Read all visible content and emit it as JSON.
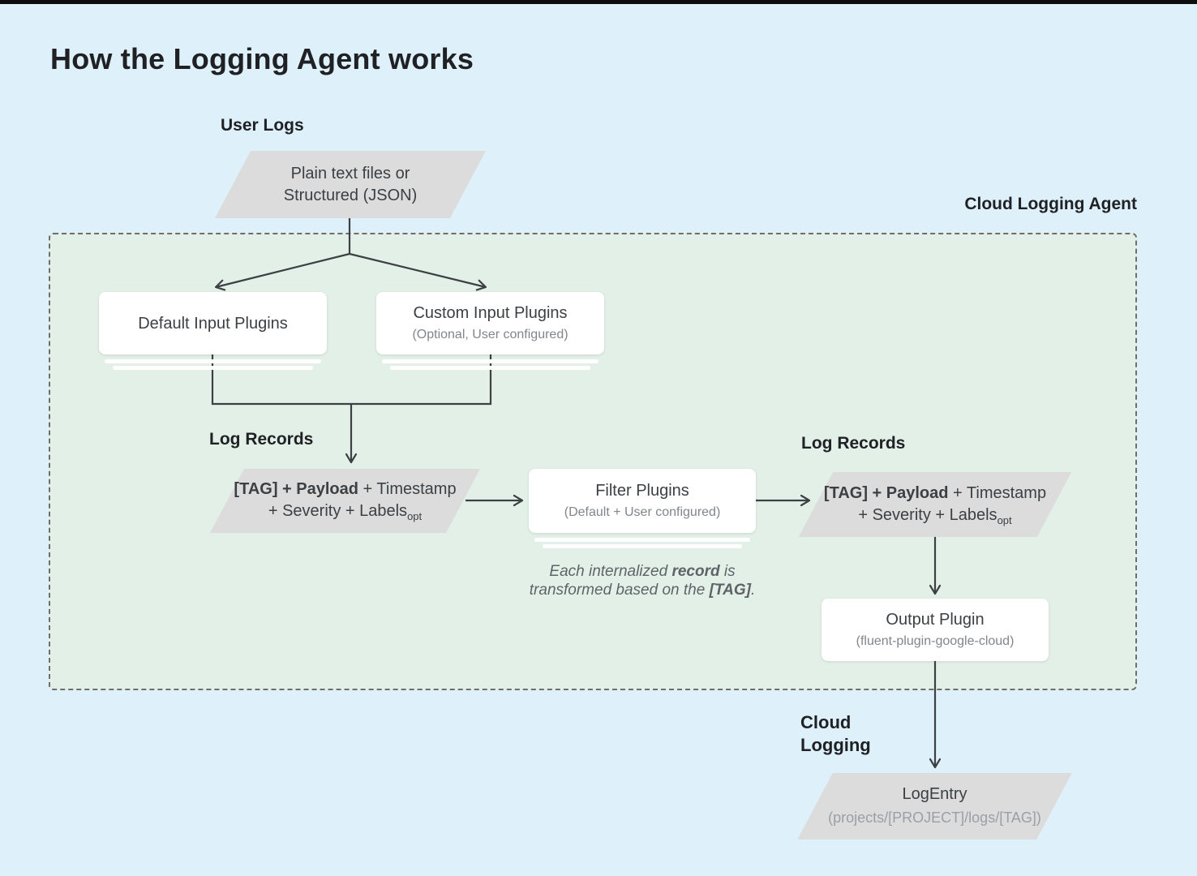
{
  "page": {
    "title": "How the Logging Agent works"
  },
  "labels": {
    "user_logs": "User Logs",
    "cloud_logging_agent": "Cloud Logging Agent",
    "log_records_left": "Log Records",
    "log_records_right": "Log Records",
    "cloud_logging": {
      "line1": "Cloud",
      "line2": "Logging"
    }
  },
  "nodes": {
    "user_logs_source": {
      "line1": "Plain text files or",
      "line2": "Structured (JSON)"
    },
    "default_input_plugins": {
      "title": "Default Input Plugins"
    },
    "custom_input_plugins": {
      "title": "Custom Input Plugins",
      "subtitle": "(Optional, User configured)"
    },
    "log_record_left": {
      "bold": "[TAG] + Payload",
      "normal1": " + Timestamp",
      "line2": "+ Severity + Labels",
      "sub": "opt"
    },
    "filter_plugins": {
      "title": "Filter Plugins",
      "subtitle": "(Default + User configured)"
    },
    "log_record_right": {
      "bold": "[TAG] + Payload",
      "normal1": " + Timestamp",
      "line2": "+ Severity + Labels",
      "sub": "opt"
    },
    "output_plugin": {
      "title": "Output Plugin",
      "subtitle": "(fluent-plugin-google-cloud)"
    },
    "log_entry": {
      "title": "LogEntry",
      "subtitle": "(projects/[PROJECT]/logs/[TAG])"
    }
  },
  "note": {
    "l1a": "Each internalized ",
    "l1b": "record",
    "l1c": " is",
    "l2a": "transformed based on the ",
    "l2b": "[TAG]",
    "l2c": "."
  },
  "colors": {
    "background": "#def1fa",
    "agent_region": "#e3f0e8",
    "shape_gray": "#dcdcdc",
    "card_white": "#ffffff",
    "line": "#3c4043",
    "text_primary": "#202124",
    "text_secondary": "#80868b"
  }
}
